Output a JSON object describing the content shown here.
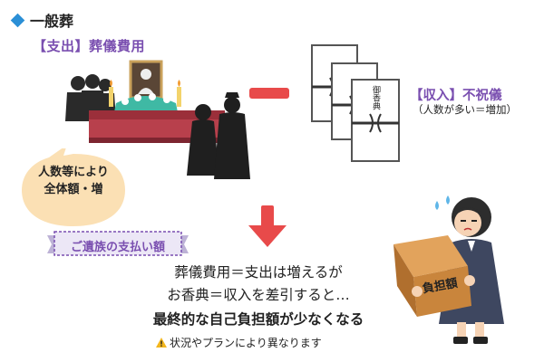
{
  "header": {
    "title": "一般葬",
    "icon": "blue-diamond-icon",
    "accent_color": "#2b8fd6"
  },
  "expense": {
    "label": "【支出】葬儀費用"
  },
  "income": {
    "label": "【収入】不祝儀",
    "note": "（人数が多い＝増加）"
  },
  "envelope_text": "御香典",
  "box_text": "負担額",
  "bubble": {
    "line1": "人数等により",
    "line2": "全体額・増"
  },
  "ribbon": {
    "label": "ご遺族の支払い額"
  },
  "explanation": {
    "line1": "葬儀費用＝支出は増えるが",
    "line2": "お香典＝収入を差引すると…",
    "line3": "最終的な自己負担額が少なくなる"
  },
  "note": {
    "icon": "warning-icon",
    "text": "状況やプランにより異なります"
  },
  "colors": {
    "purple": "#7a4fb0",
    "red": "#e84a4a",
    "bubble": "#fbe0b4"
  }
}
